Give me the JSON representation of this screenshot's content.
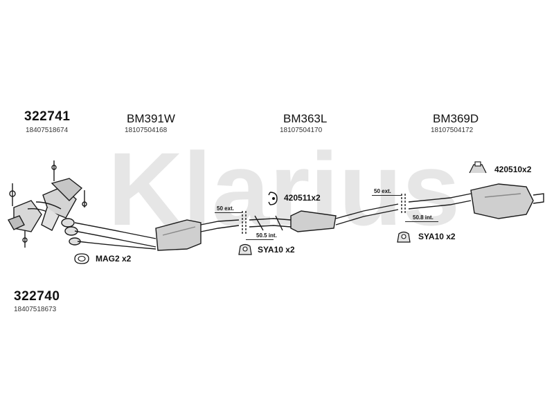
{
  "watermark": {
    "text": "Klarius"
  },
  "kits": [
    {
      "code": "322741",
      "ref": "18407518674"
    },
    {
      "code": "322740",
      "ref": "18407518673"
    }
  ],
  "parts": [
    {
      "code": "BM391W",
      "ref": "18107504168"
    },
    {
      "code": "BM363L",
      "ref": "18107504170"
    },
    {
      "code": "BM369D",
      "ref": "18107504172"
    }
  ],
  "fittings": [
    {
      "label": "MAG2 x2",
      "icon": "gasket-ring-icon"
    },
    {
      "label": "SYA10 x2",
      "icon": "rubber-mount-icon"
    },
    {
      "label": "420511x2",
      "icon": "pipe-clamp-icon"
    },
    {
      "label": "SYA10 x2",
      "icon": "rubber-mount-icon"
    },
    {
      "label": "420510x2",
      "icon": "bracket-icon"
    }
  ],
  "dimensions": {
    "d1": "50 ext.",
    "d2": "50.5 int.",
    "d3": "50 ext.",
    "d4": "50.8 int."
  }
}
